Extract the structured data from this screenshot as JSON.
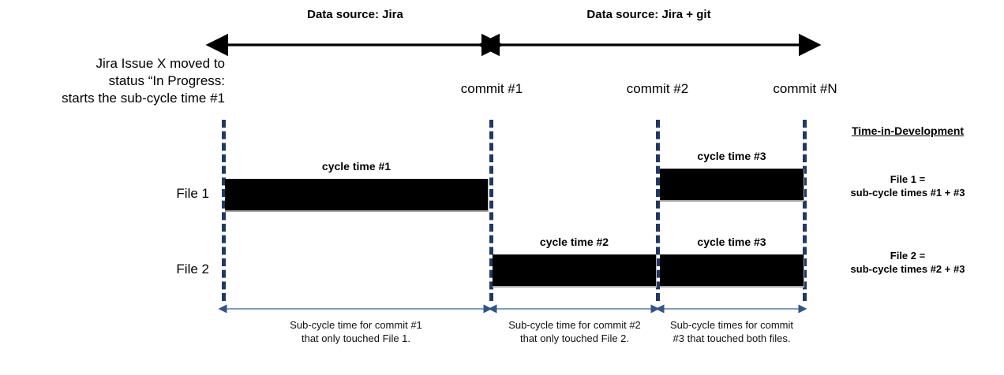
{
  "header": {
    "bands": [
      {
        "label": "Data source: Jira"
      },
      {
        "label": "Data source: Jira + git"
      }
    ]
  },
  "left_note": {
    "line1": "Jira Issue X moved to",
    "line2": "status “In Progress:",
    "line3": "starts the sub-cycle time #1"
  },
  "timeline": {
    "markers": [
      {
        "label": "commit #1"
      },
      {
        "label": "commit #2"
      },
      {
        "label": "commit #N"
      }
    ]
  },
  "rows": [
    {
      "label": "File 1",
      "bars": [
        {
          "label": "cycle time #1"
        },
        {
          "label": "cycle time #3"
        }
      ]
    },
    {
      "label": "File 2",
      "bars": [
        {
          "label": "cycle time #2"
        },
        {
          "label": "cycle time #3"
        }
      ]
    }
  ],
  "time_in_development": {
    "title": "Time-in-Development",
    "entries": [
      {
        "line1": "File 1 =",
        "line2": "sub-cycle times #1 + #3"
      },
      {
        "line1": "File 2 =",
        "line2": "sub-cycle times #2 + #3"
      }
    ]
  },
  "captions": [
    {
      "line1": "Sub-cycle time for commit #1",
      "line2": "that only touched File 1."
    },
    {
      "line1": "Sub-cycle time for commit #2",
      "line2": "that only touched File 2."
    },
    {
      "line1": "Sub-cycle times for commit",
      "line2": "#3 that touched both files."
    }
  ],
  "colors": {
    "divider": "#203864",
    "bar": "#000000",
    "bracket": "#31558A",
    "arrow": "#000000",
    "background": "#FFFFFF"
  }
}
